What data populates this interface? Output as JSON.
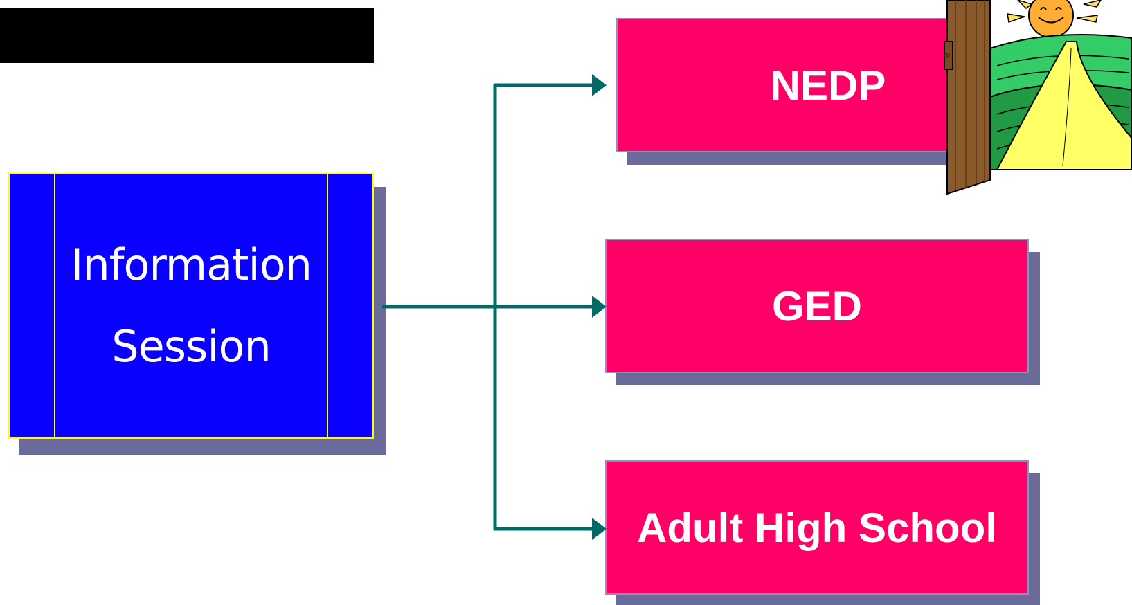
{
  "diagram": {
    "source_box": {
      "label_line1": "Information",
      "label_line2": "Session",
      "fill": "#0a00ff",
      "border": "#ffff00"
    },
    "targets": [
      {
        "label": "NEDP"
      },
      {
        "label": "GED"
      },
      {
        "label": "Adult High School"
      }
    ],
    "target_fill": "#ff0066",
    "connector_color": "#006b66",
    "shadow_color": "#6b6b99",
    "clipart": "open-door-sunrise-road-icon"
  }
}
